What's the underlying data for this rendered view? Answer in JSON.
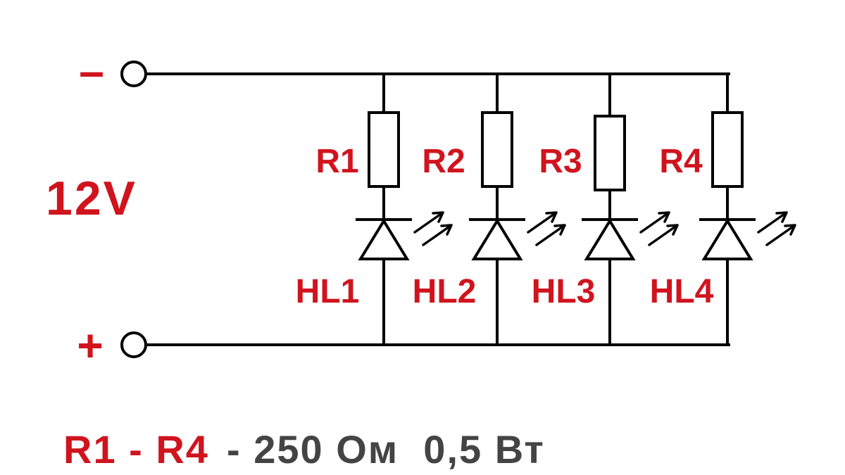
{
  "terminals": {
    "negative_sign": "–",
    "positive_sign": "+"
  },
  "supply": {
    "voltage": "12V"
  },
  "branches": [
    {
      "resistor": "R1",
      "led": "HL1"
    },
    {
      "resistor": "R2",
      "led": "HL2"
    },
    {
      "resistor": "R3",
      "led": "HL3"
    },
    {
      "resistor": "R4",
      "led": "HL4"
    }
  ],
  "note": {
    "range": "R1 - R4",
    "spec": "- 250 Ом  0,5 Вт"
  },
  "colors": {
    "label": "#d0141e",
    "note_spec": "#444444",
    "wire": "#000000"
  }
}
